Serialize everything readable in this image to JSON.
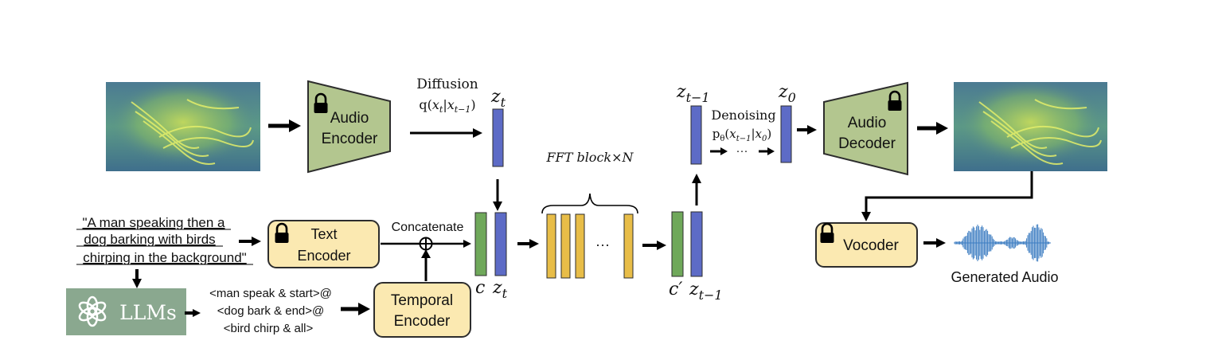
{
  "colors": {
    "encoder_fill": "#b3c68f",
    "encoder_stroke": "#2d2d2d",
    "box_fill": "#fbe9b1",
    "box_stroke": "#2d2d2d",
    "latent_blue": "#5d6bc6",
    "cond_green": "#6fa85a",
    "fft_yellow": "#e8bd48",
    "llm_bg": "#8aa88f",
    "waveform": "#3d7dc2"
  },
  "labels": {
    "audio_encoder": [
      "Audio",
      "Encoder"
    ],
    "audio_decoder": [
      "Audio",
      "Decoder"
    ],
    "text_encoder": [
      "Text",
      "Encoder"
    ],
    "temporal_encoder": [
      "Temporal",
      "Encoder"
    ],
    "vocoder": "Vocoder",
    "llms": "LLMs",
    "concatenate": "Concatenate",
    "generated_audio": "Generated Audio",
    "diffusion": "Diffusion",
    "diffusion_formula": "q(x_t|x_{t−1})",
    "denoising": "Denoising",
    "denoising_formula": "p_θ(x_{t−1}|x_0)",
    "fft_block": "FFT block×N",
    "ellipsis_mid": "···",
    "ellipsis_denoise": "···"
  },
  "caption_lines": [
    "\"A man speaking then a",
    "dog barking with birds",
    "chirping in the background\""
  ],
  "timestamp_lines": [
    "<man speak & start>@",
    "<dog bark & end>@",
    "<bird chirp & all>"
  ],
  "symbols": {
    "z_t_top": "z_t",
    "z_t_bottom": "z_t",
    "z_t_minus_1_top": "z_{t−1}",
    "z_t_minus_1_bottom": "z_{t−1}",
    "z_0": "z_0",
    "c": "c",
    "c_prime": "c′"
  },
  "lock_icons": [
    "audio-encoder",
    "audio-decoder",
    "text-encoder",
    "vocoder"
  ]
}
